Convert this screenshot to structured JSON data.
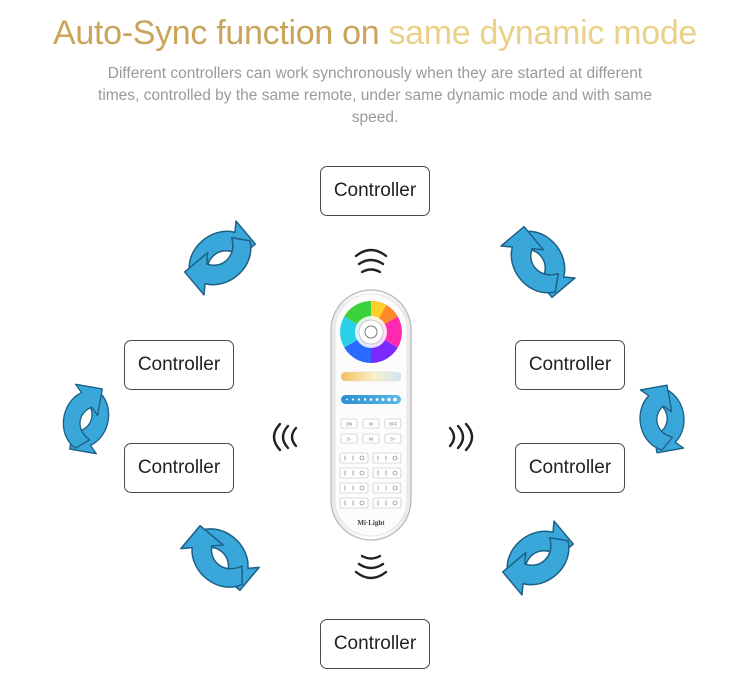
{
  "header": {
    "title_part1": "Auto-Sync function on ",
    "title_part2": "same dynamic mode",
    "subtitle": "Different controllers can work synchronously when they are started at different times, controlled by the same remote, under same dynamic mode and with same speed."
  },
  "controllers": {
    "top": "Controller",
    "upper_left": "Controller",
    "lower_left": "Controller",
    "upper_right": "Controller",
    "lower_right": "Controller",
    "bottom": "Controller"
  },
  "remote": {
    "btn_on": "ON",
    "btn_m": "M",
    "btn_off": "OFF",
    "btn_s_minus": "S-",
    "btn_w": "W",
    "btn_s_plus": "S+",
    "brand": "Mi·Light"
  },
  "colors": {
    "title_gold": "#c9a45a",
    "title_light_gold": "#ead188",
    "arrow_blue": "#39a7da",
    "subtitle_gray": "#9a9a9a"
  }
}
